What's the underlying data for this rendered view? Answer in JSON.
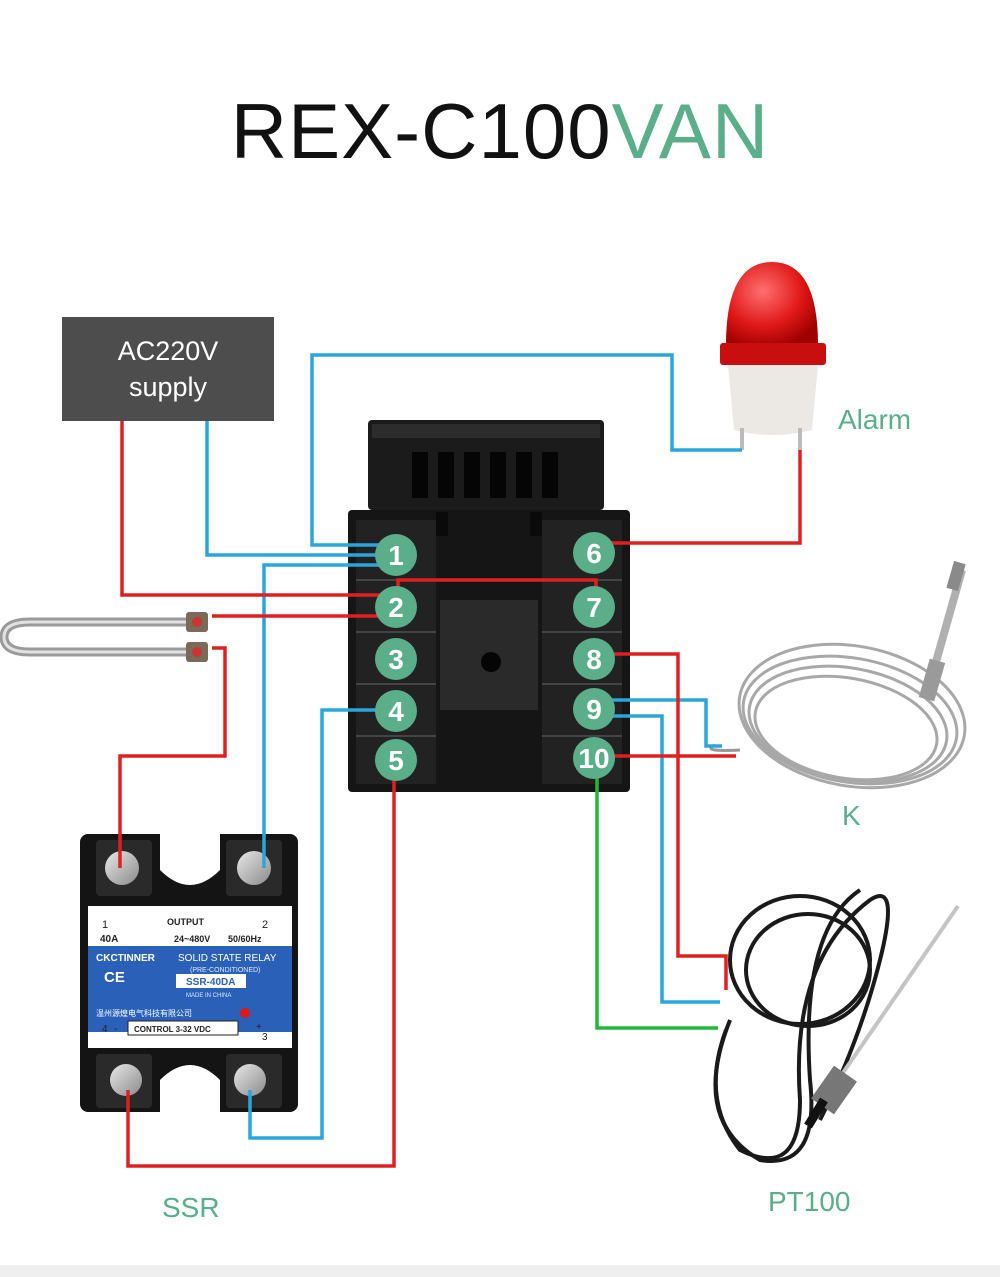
{
  "title": {
    "main": "REX-C100",
    "suffix": "VAN"
  },
  "supply": {
    "line1": "AC220V",
    "line2": "supply"
  },
  "labels": {
    "alarm": "Alarm",
    "k": "K",
    "ssr": "SSR",
    "pt100": "PT100"
  },
  "terminals": [
    "1",
    "2",
    "3",
    "4",
    "5",
    "6",
    "7",
    "8",
    "9",
    "10"
  ],
  "ssr": {
    "output": "OUTPUT",
    "t1": "1",
    "t2": "2",
    "t3": "3",
    "t4": "4",
    "amps": "40A",
    "voltage": "24~480V",
    "freq": "50/60Hz",
    "brand": "CKCTINNER",
    "type": "SOLID STATE RELAY",
    "preconditioned": "(PRE-CONDITIONED)",
    "model": "SSR-40DA",
    "made": "MADE IN CHINA",
    "ce": "CE",
    "company": "温州源煌电气科技有限公司",
    "control": "CONTROL 3-32 VDC",
    "minus": "-",
    "plus": "+"
  },
  "colors": {
    "accent": "#5aae8a",
    "red_wire": "#e02020",
    "blue_wire": "#2aa6dc",
    "green_wire": "#22b83a",
    "supply_box": "#4d4d4d"
  }
}
